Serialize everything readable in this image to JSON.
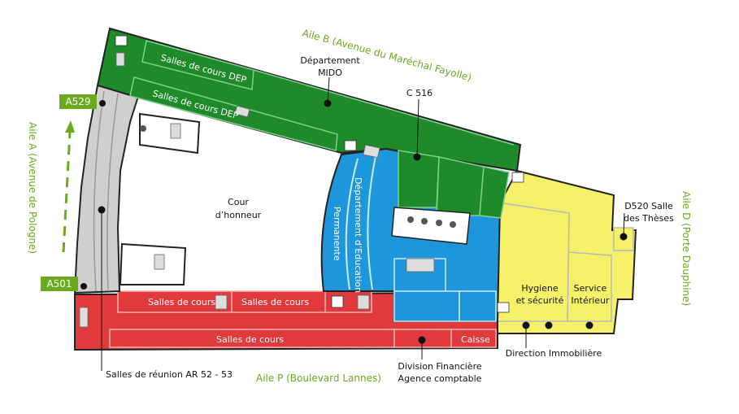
{
  "colors": {
    "green": "#1f8a2a",
    "blue": "#1e96dc",
    "yellow": "#f7f16a",
    "red": "#e03a3c",
    "gray": "#cfcfcf",
    "wing_label": "#6aaa1e"
  },
  "wings": {
    "a": "Aile A (Avenue de Pologne)",
    "b": "Aile B (Avenue du Maréchal Fayolle)",
    "d": "Aile D (Porte Dauphine)",
    "p": "Aile P (Boulevard Lannes)"
  },
  "tags": {
    "a529": "A529",
    "a501": "A501"
  },
  "rooms": {
    "salles_dep_1": "Salles de cours DEP",
    "salles_dep_2": "Salles de cours DEP",
    "cour_1": "Cour",
    "cour_2": "d’honneur",
    "permanente": "Permanente",
    "dept_education": "Département d’Education",
    "salles_cours_1": "Salles de cours",
    "salles_cours_2": "Salles de cours",
    "salles_cours_3": "Salles de cours",
    "caisse": "Caisse",
    "hygiene_1": "Hygiene",
    "hygiene_2": "et sécurité",
    "service_1": "Service",
    "service_2": "Intérieur"
  },
  "callouts": {
    "mido_1": "Département",
    "mido_2": "MIDO",
    "c516": "C 516",
    "d520_1": "D520 Salle",
    "d520_2": "des Thèses",
    "direction_immo": "Direction Immobilière",
    "division_fin_1": "Division Financière",
    "division_fin_2": "Agence comptable",
    "salles_reunion": "Salles de réunion AR 52 - 53"
  },
  "icons": {
    "restroom": "restroom-icon",
    "stairs": "stairs-icon",
    "marker": "location-dot-icon",
    "arrow": "direction-arrow-icon"
  }
}
